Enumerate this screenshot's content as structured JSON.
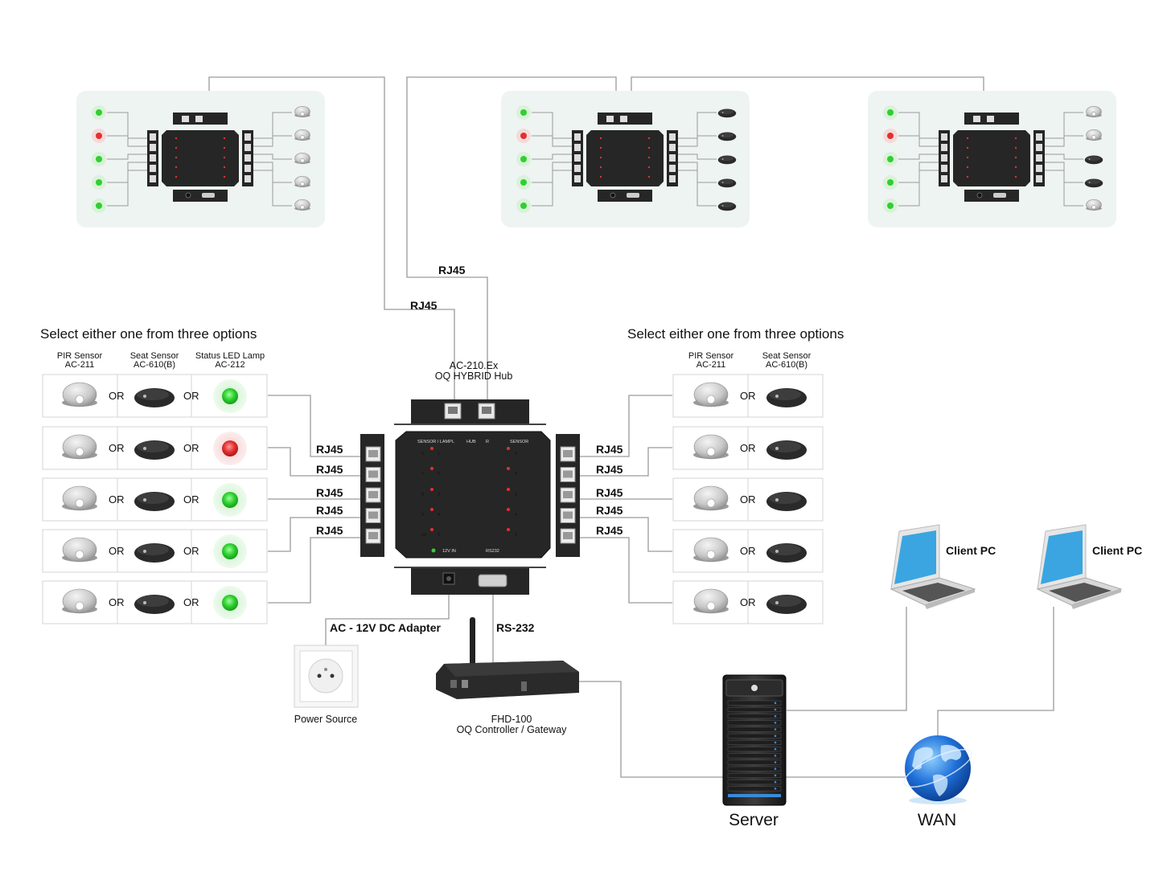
{
  "colors": {
    "wire": "#9a9a9a",
    "panel_bg": "#eef4f1",
    "device_dark": "#262626",
    "led_green": "#2fd02f",
    "led_red": "#e33030",
    "pc_screen": "#3aa5e0",
    "globe": "#1e6fd8"
  },
  "top_hubs": [
    {
      "left_leds": [
        "green",
        "red",
        "green",
        "green",
        "green"
      ],
      "right_sensors": [
        "pir",
        "pir",
        "pir",
        "pir",
        "pir"
      ]
    },
    {
      "left_leds": [
        "green",
        "red",
        "green",
        "green",
        "green"
      ],
      "right_sensors": [
        "seat",
        "seat",
        "seat",
        "seat",
        "seat"
      ]
    },
    {
      "left_leds": [
        "green",
        "red",
        "green",
        "green",
        "green"
      ],
      "right_sensors": [
        "pir",
        "pir",
        "seat",
        "seat",
        "pir"
      ]
    }
  ],
  "labels": {
    "rj45": "RJ45",
    "or": "OR",
    "ac_adapter": "AC - 12V DC Adapter",
    "rs232": "RS-232",
    "power_source": "Power Source",
    "server": "Server",
    "wan": "WAN",
    "client_pc": "Client PC"
  },
  "hub": {
    "model": "AC-210.Ex",
    "name": "OQ HYBRID Hub",
    "panel_sensor_lamp": "SENSOR / LAMP",
    "panel_l": "L",
    "panel_hub": "HUB",
    "panel_r": "R",
    "panel_sensor": "SENSOR",
    "panel_12v": "12V IN",
    "panel_rs232": "RS232",
    "left_nums": [
      "6",
      "7",
      "8",
      "9",
      "10"
    ],
    "inner_nums": [
      "1",
      "2",
      "3",
      "4",
      "5"
    ],
    "right_nums": [
      "1",
      "2",
      "3",
      "4",
      "5"
    ]
  },
  "controller": {
    "model": "FHD-100",
    "name": "OQ Controller / Gateway"
  },
  "left_options": {
    "heading": "Select either one from three options",
    "col1": {
      "line1": "PIR Sensor",
      "line2": "AC-211"
    },
    "col2": {
      "line1": "Seat Sensor",
      "line2": "AC-610(B)"
    },
    "col3": {
      "line1": "Status LED Lamp",
      "line2": "AC-212"
    },
    "lamp_colors": [
      "green",
      "red",
      "green",
      "green",
      "green"
    ]
  },
  "right_options": {
    "heading": "Select either one from three options",
    "col1": {
      "line1": "PIR Sensor",
      "line2": "AC-211"
    },
    "col2": {
      "line1": "Seat Sensor",
      "line2": "AC-610(B)"
    }
  }
}
